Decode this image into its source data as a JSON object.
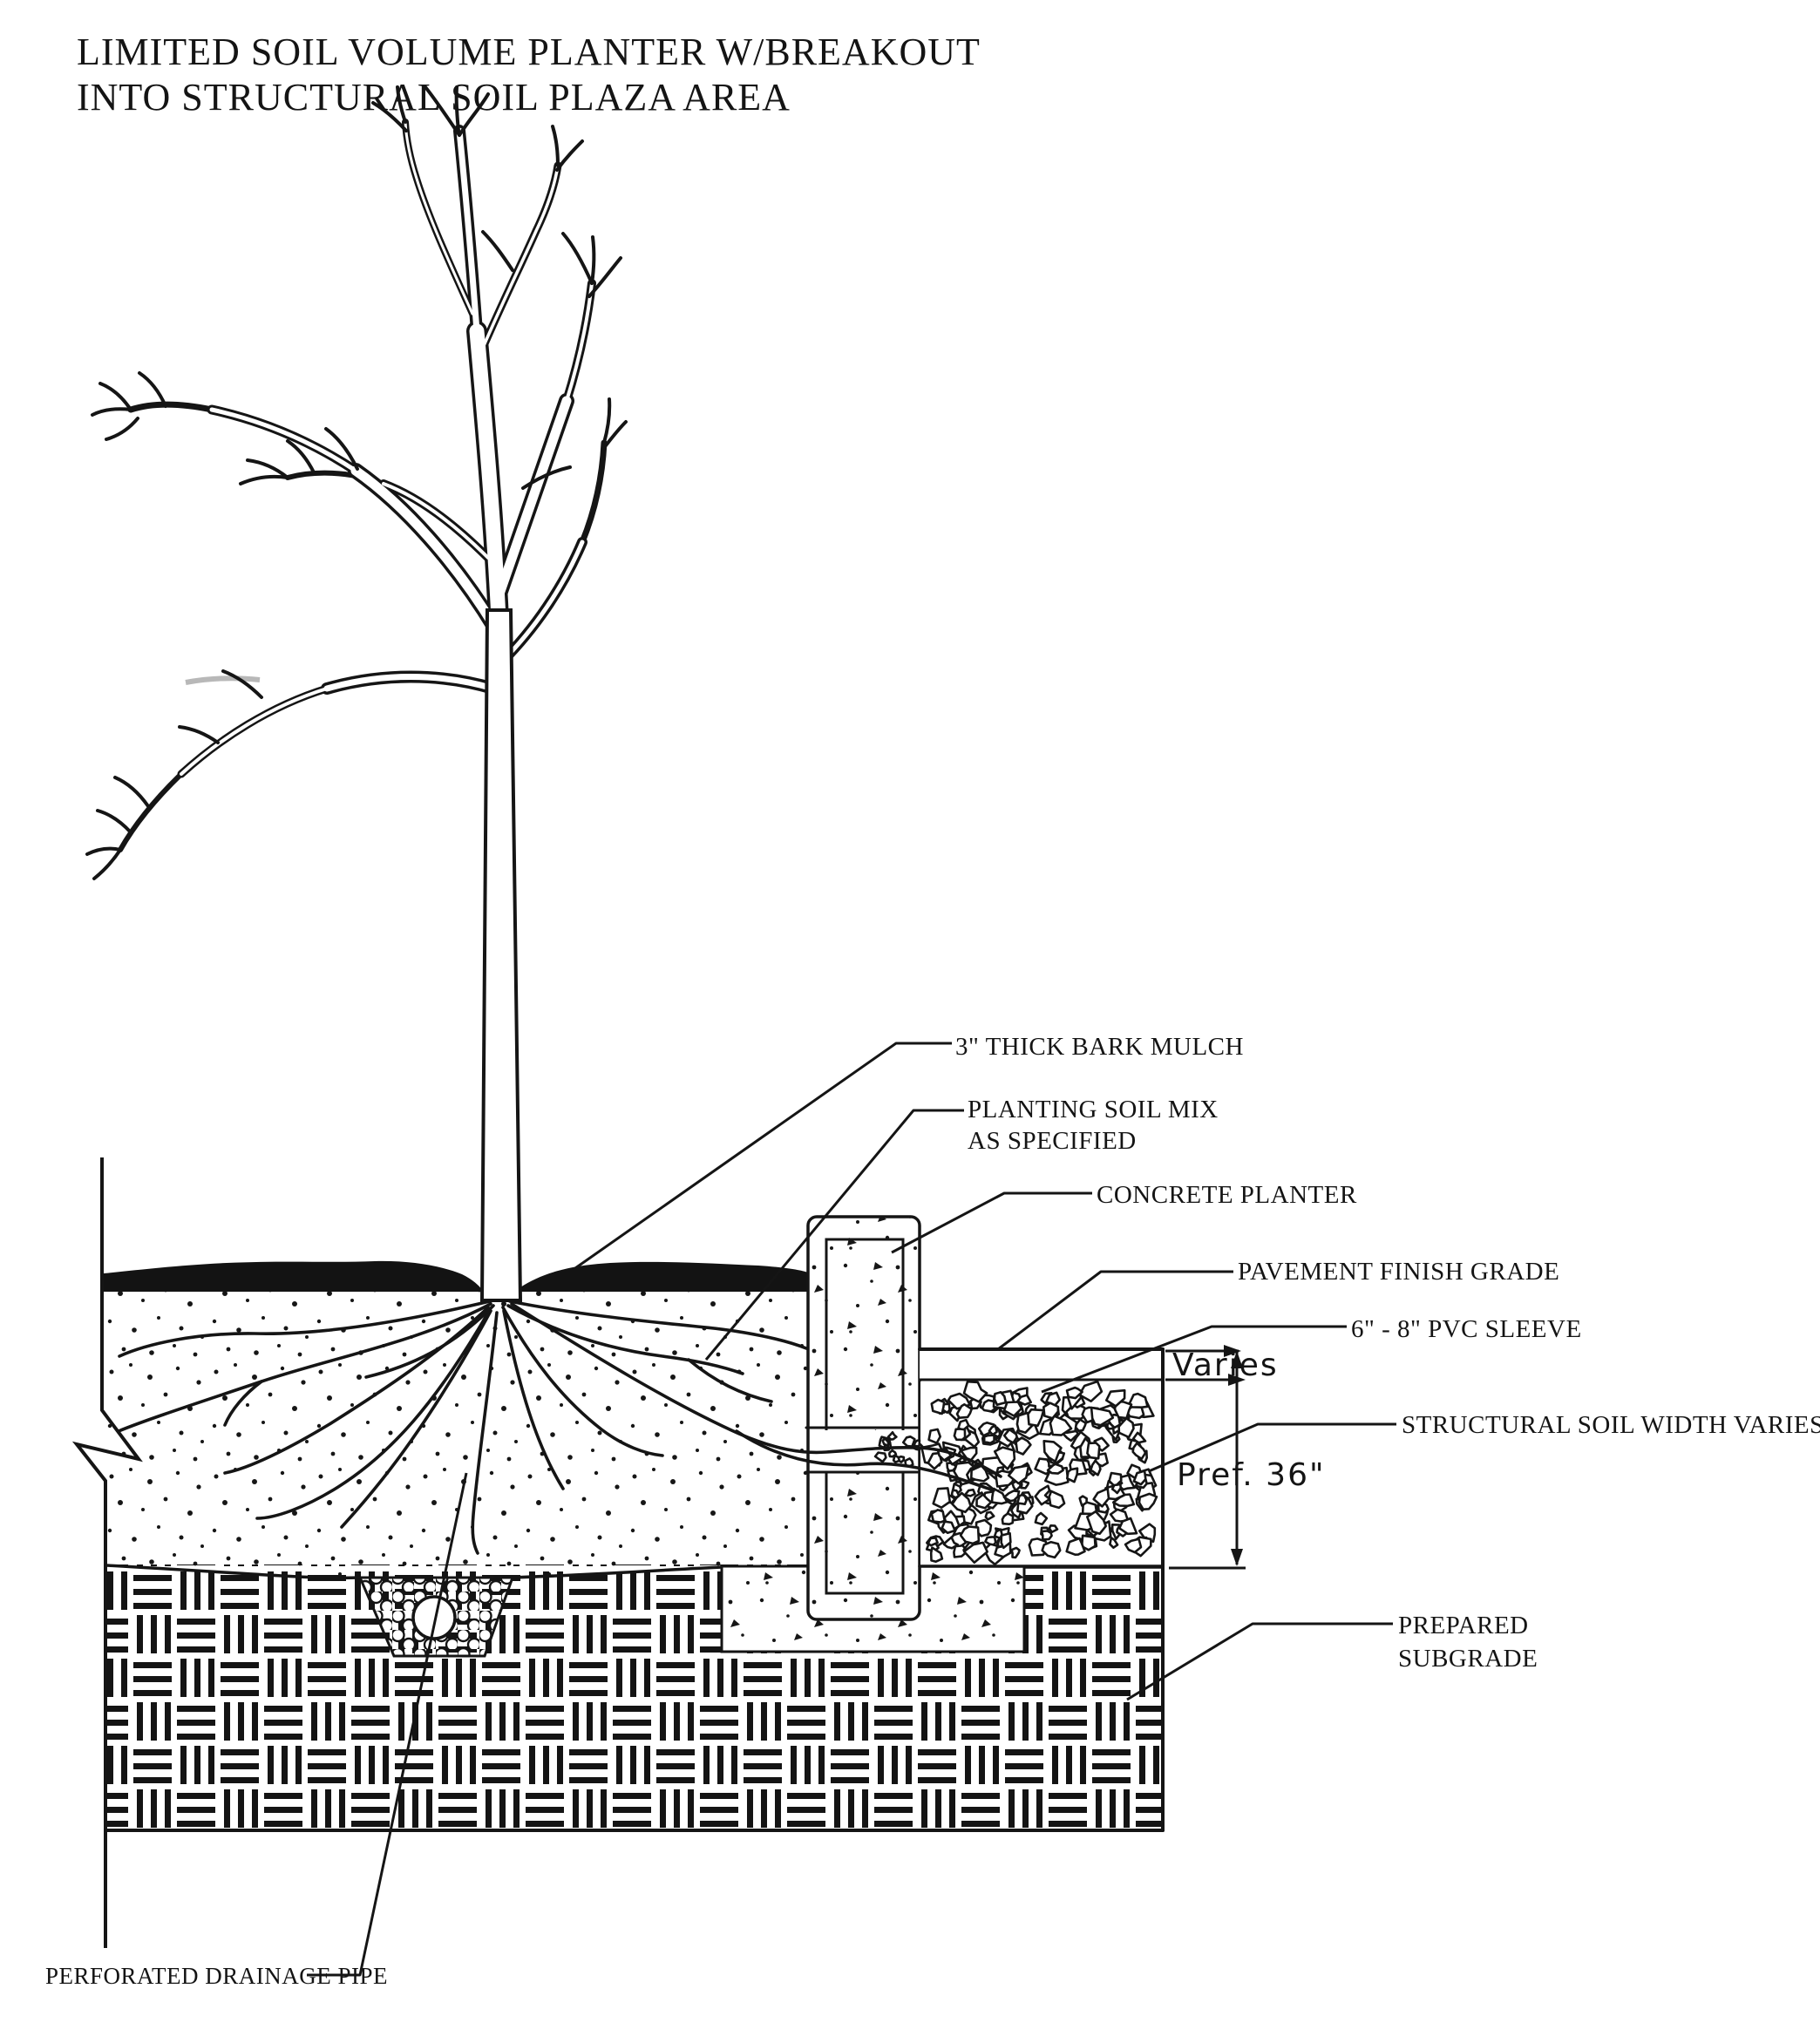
{
  "title": {
    "line1": "LIMITED SOIL VOLUME PLANTER W/BREAKOUT",
    "line2": "INTO STRUCTURAL SOIL PLAZA AREA"
  },
  "callouts": {
    "bark_mulch": "3\" THICK BARK MULCH",
    "planting_soil_line1": "PLANTING SOIL MIX",
    "planting_soil_line2": "AS SPECIFIED",
    "concrete_planter": "CONCRETE PLANTER",
    "pavement_finish_grade": "PAVEMENT FINISH GRADE",
    "pvc_sleeve": "6\" - 8\" PVC SLEEVE",
    "structural_soil": "STRUCTURAL SOIL WIDTH VARIES",
    "prepared_subgrade_line1": "PREPARED",
    "prepared_subgrade_line2": "SUBGRADE",
    "drainage_pipe": "PERFORATED DRAINAGE PIPE"
  },
  "dimensions": {
    "width_varies": "Varies",
    "preferred_depth": "Pref. 36\""
  },
  "ink_color": "#151515",
  "background_color": "#ffffff"
}
